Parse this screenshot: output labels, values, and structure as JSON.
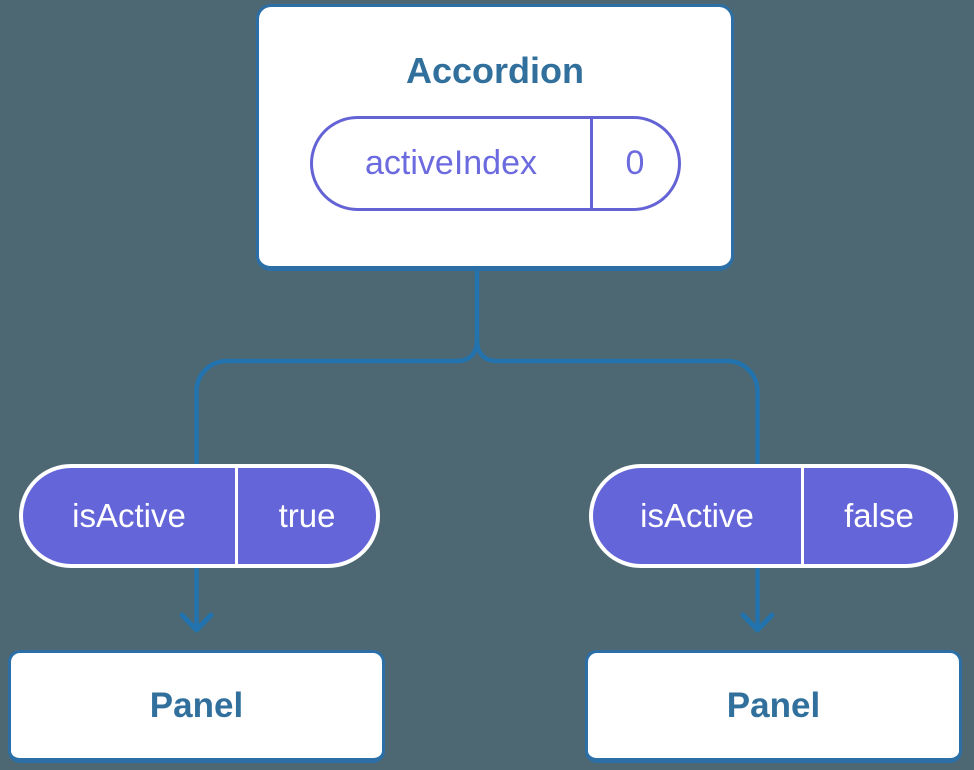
{
  "theme": {
    "background": "#4D6872",
    "connector_blue": "#2273AE",
    "card_border_blue": "#2B6FA6",
    "heading_blue": "#31709C",
    "pill_purple": "#6565DA",
    "pill_outline_purple": "#6463D6",
    "pill_outline_text": "#6C6ADF",
    "pill_text_on_purple": "#FFFFFF",
    "card_background": "#FFFFFF"
  },
  "connector": {
    "type": "tree-branch",
    "arrow_icon": "arrow-down"
  },
  "tree": {
    "root": {
      "title": "Accordion",
      "state": {
        "name": "activeIndex",
        "value": "0"
      }
    },
    "children": [
      {
        "prop": {
          "name": "isActive",
          "value": "true"
        },
        "title": "Panel"
      },
      {
        "prop": {
          "name": "isActive",
          "value": "false"
        },
        "title": "Panel"
      }
    ]
  }
}
